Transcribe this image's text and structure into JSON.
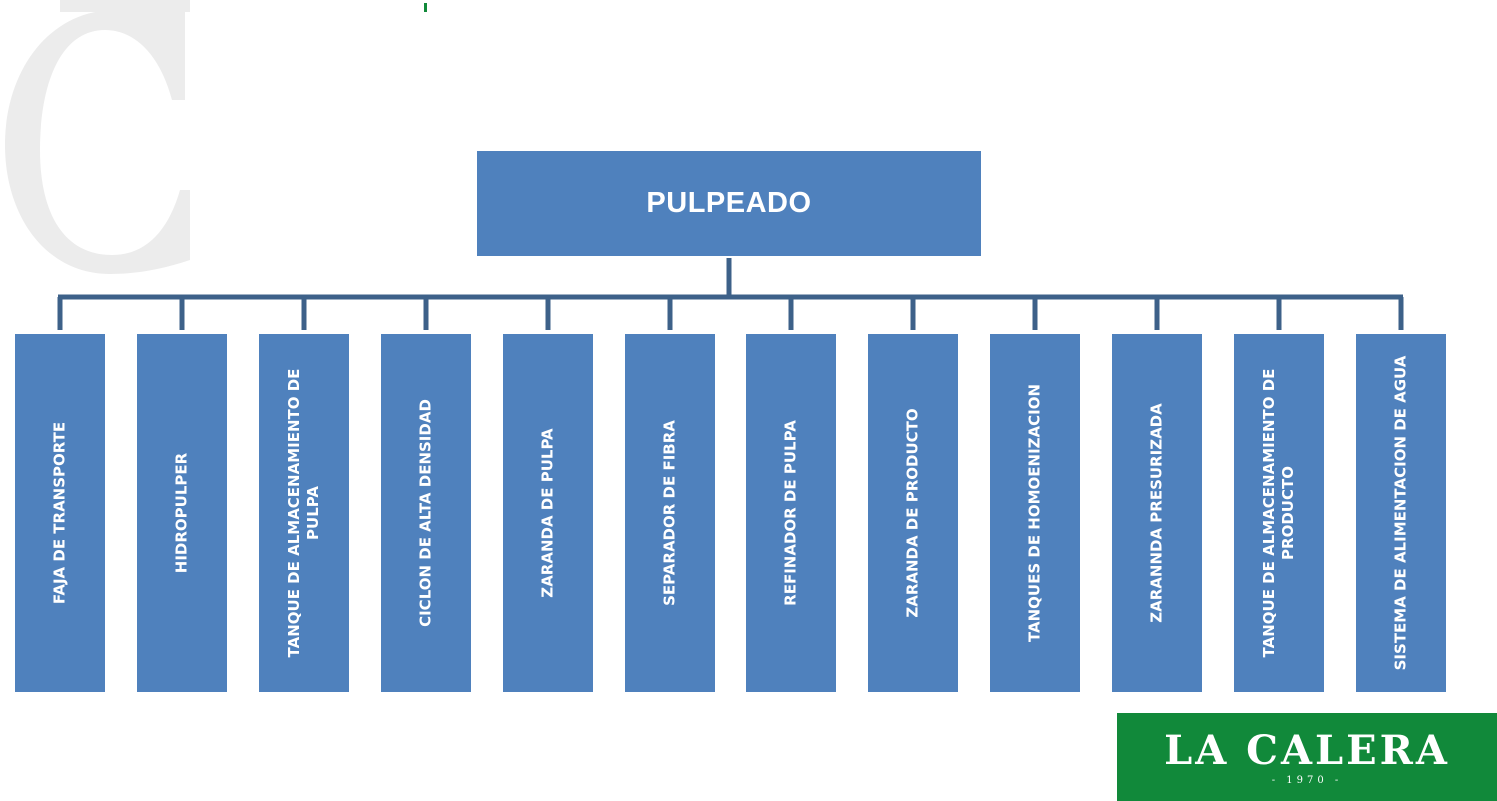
{
  "diagram": {
    "root": {
      "label": "PULPEADO"
    },
    "children": [
      {
        "label": "FAJA DE TRANSPORTE"
      },
      {
        "label": "HIDROPULPER"
      },
      {
        "label": "TANQUE DE ALMACENAMIENTO DE PULPA"
      },
      {
        "label": "CICLON DE ALTA DENSIDAD"
      },
      {
        "label": "ZARANDA DE PULPA"
      },
      {
        "label": "SEPARADOR DE FIBRA"
      },
      {
        "label": "REFINADOR DE PULPA"
      },
      {
        "label": "ZARANDA DE PRODUCTO"
      },
      {
        "label": "TANQUES DE HOMOENIZACION"
      },
      {
        "label": "ZARANNDA PRESURIZADA"
      },
      {
        "label": "TANQUE DE ALMACENAMIENTO DE PRODUCTO"
      },
      {
        "label": "SISTEMA DE ALIMENTACION DE AGUA"
      }
    ]
  },
  "logo": {
    "name": "LA CALERA",
    "year": "- 1970 -"
  },
  "colors": {
    "box_fill": "#4f81bd",
    "connector": "#3d6189",
    "logo_green": "#11893a",
    "watermark": "#ececec"
  }
}
